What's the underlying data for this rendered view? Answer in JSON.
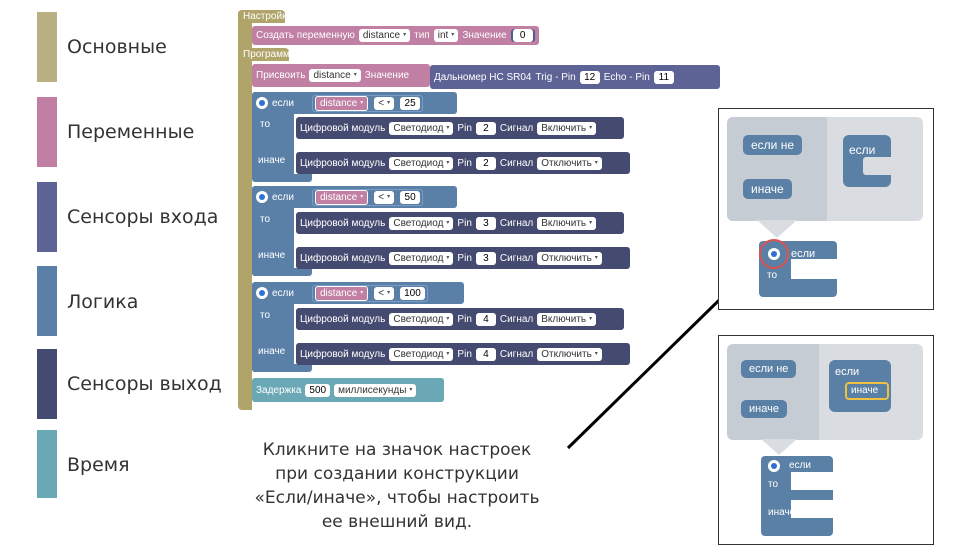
{
  "categories": [
    {
      "label": "Основные",
      "color": "#b9b083"
    },
    {
      "label": "Переменные",
      "color": "#c07fa3"
    },
    {
      "label": "Сенсоры входа",
      "color": "#5d6395"
    },
    {
      "label": "Логика",
      "color": "#5a80a8"
    },
    {
      "label": "Сенсоры выход",
      "color": "#454b70"
    },
    {
      "label": "Время",
      "color": "#6aa8b5"
    }
  ],
  "program": {
    "settings_label": "Настройки",
    "create_var": {
      "text": "Создать переменную",
      "var": "distance",
      "type_label": "тип",
      "type": "int",
      "value_label": "Значение",
      "value": "0"
    },
    "program_label": "Программа",
    "assign": {
      "text": "Присвоить",
      "var": "distance",
      "value_label": "Значение",
      "sensor": "Дальномер HC SR04",
      "trig_label": "Trig - Pin",
      "trig": "12",
      "echo_label": "Echo - Pin",
      "echo": "11"
    },
    "if_label": "если",
    "then_label": "то",
    "else_label": "иначе",
    "module_label": "Цифровой модуль",
    "module_type": "Светодиод",
    "pin_label": "Pin",
    "signal_label": "Сигнал",
    "on": "Включить",
    "off": "Отключить",
    "op": "<",
    "conditions": [
      {
        "var": "distance",
        "value": "25",
        "pin": "2"
      },
      {
        "var": "distance",
        "value": "50",
        "pin": "3"
      },
      {
        "var": "distance",
        "value": "100",
        "pin": "4"
      }
    ],
    "delay": {
      "text": "Задержка",
      "value": "500",
      "unit": "миллисекунды"
    }
  },
  "callout": {
    "line1": "Кликните на значок настроек",
    "line2": "при создании конструкции",
    "line3": "«Если/иначе», чтобы настроить",
    "line4": "ее внешний вид."
  },
  "panel1": {
    "if_not": "если не",
    "else": "иначе",
    "if": "если",
    "if2": "если",
    "then": "то"
  },
  "panel2": {
    "if_not": "если не",
    "else": "иначе",
    "if": "если",
    "else_slot": "иначе",
    "if2": "если",
    "then": "то",
    "else2": "иначе"
  }
}
